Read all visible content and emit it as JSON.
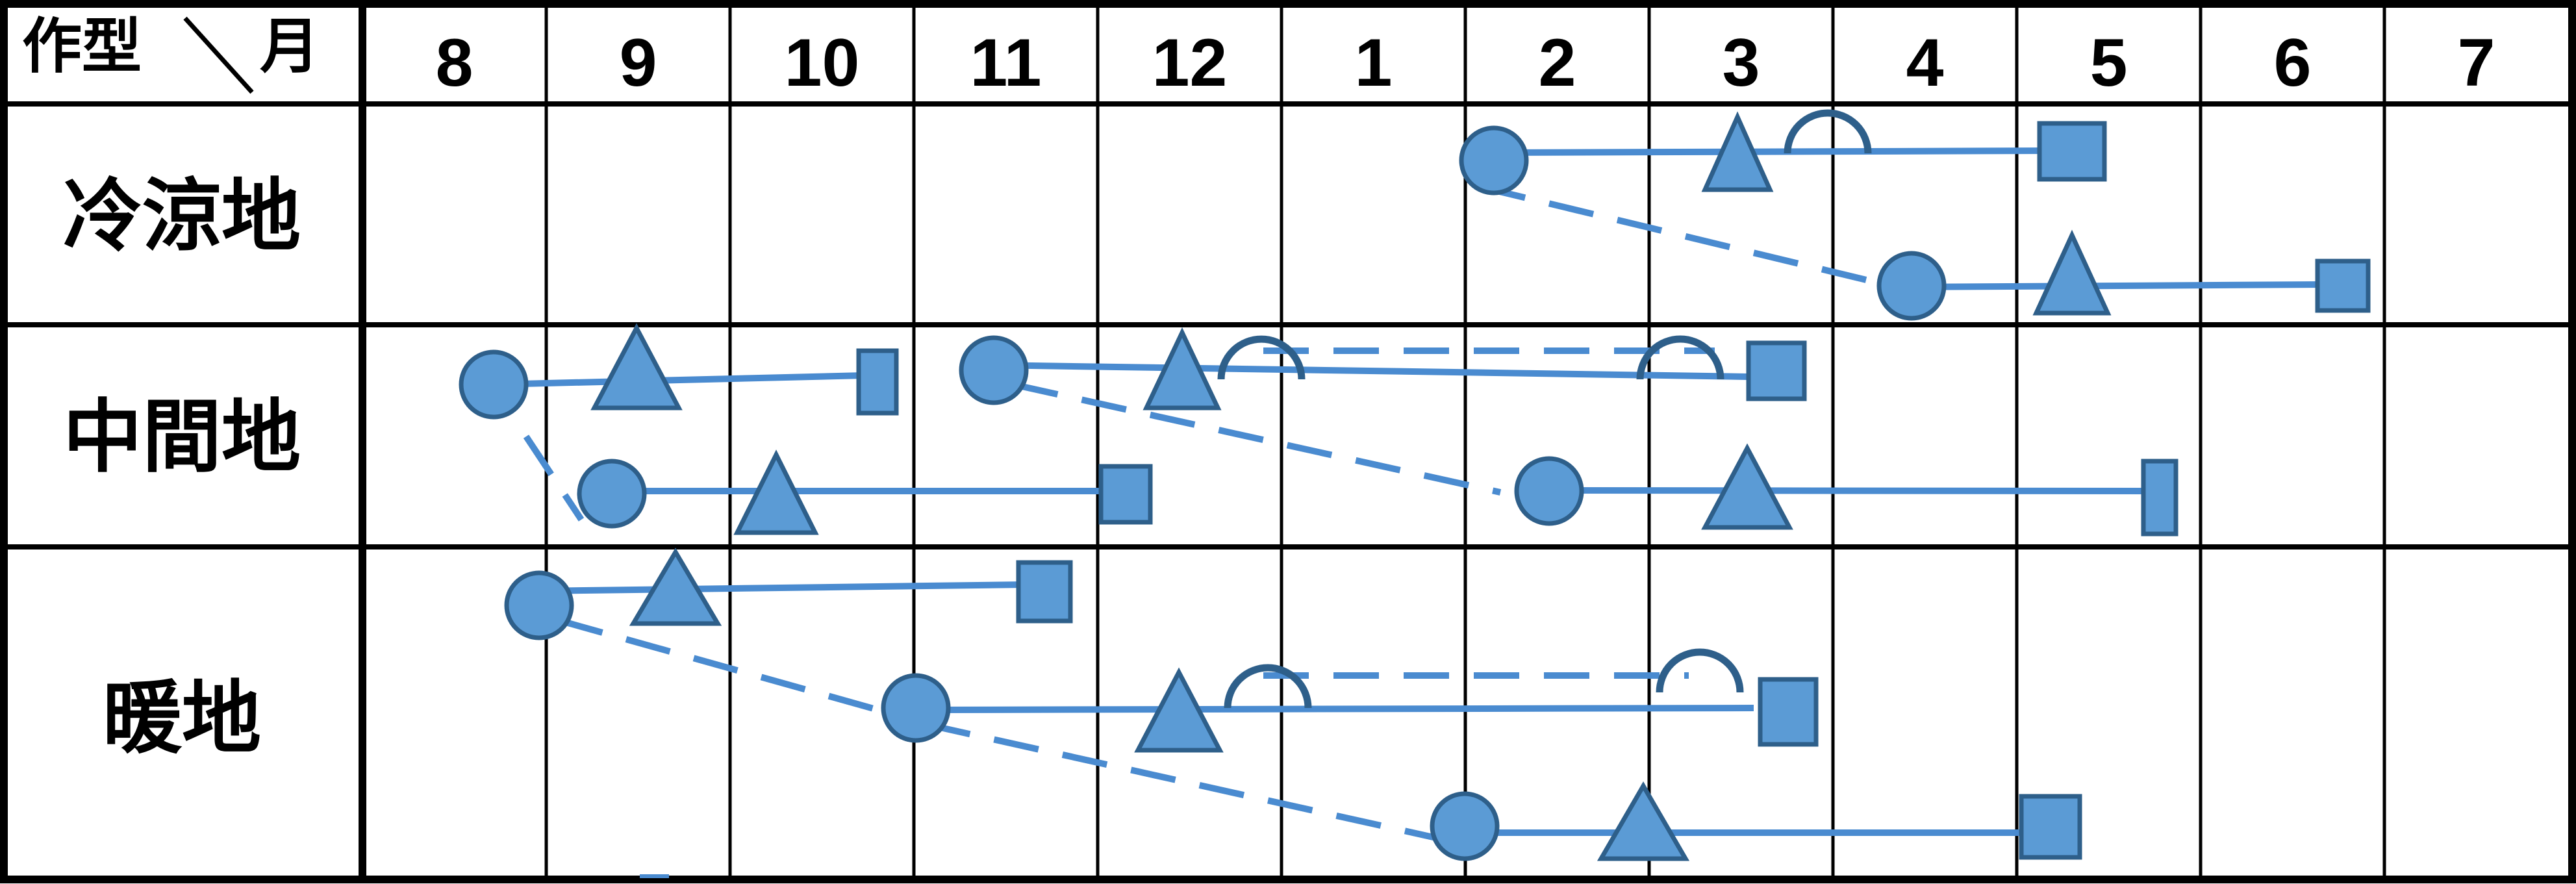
{
  "header": {
    "type_label": "作型",
    "month_label": "月",
    "months": [
      "8",
      "9",
      "10",
      "11",
      "12",
      "1",
      "2",
      "3",
      "4",
      "5",
      "6",
      "7"
    ]
  },
  "rows": [
    {
      "label": "冷涼地"
    },
    {
      "label": "中間地"
    },
    {
      "label": "暖地"
    }
  ],
  "colors": {
    "mark": "#5B9BD5",
    "mark_outline": "#2E5F8A",
    "line": "#4A8BD0",
    "grid": "#000000"
  },
  "legend_symbols": {
    "circle": "circle-icon",
    "triangle": "triangle-icon",
    "square": "square-icon",
    "arch": "arch-icon"
  }
}
